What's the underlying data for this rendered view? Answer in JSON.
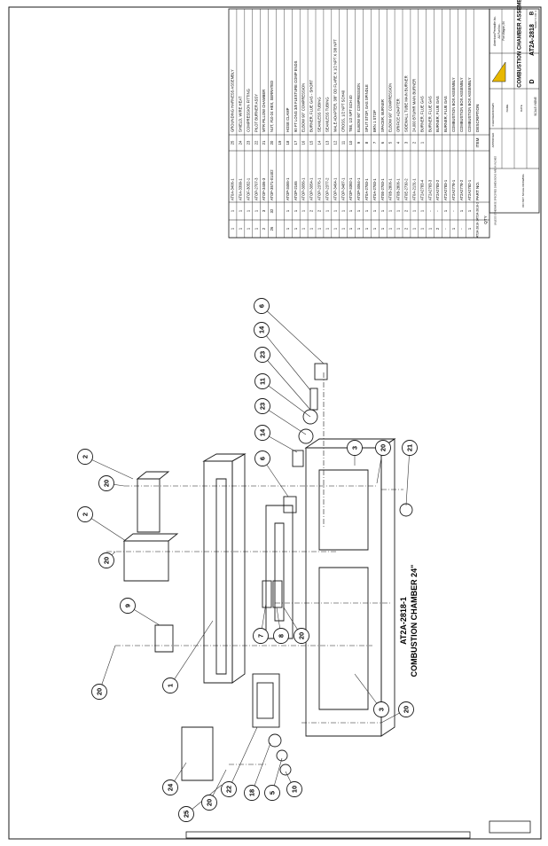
{
  "drawing": {
    "assembly_title": "AT2A-2818-1",
    "assembly_subtitle": "COMBUSTION CHAMBER 24\"",
    "callouts": [
      "6",
      "14",
      "23",
      "11",
      "23",
      "14",
      "6",
      "3",
      "20",
      "21",
      "2",
      "20",
      "2",
      "20",
      "9",
      "20",
      "1",
      "7",
      "8",
      "20",
      "3",
      "20",
      "24",
      "25",
      "20",
      "22",
      "18",
      "5",
      "10"
    ]
  },
  "bom": {
    "header_item": "ITEM",
    "header_description": "DESCRIPTION",
    "header_part_no": "PART NO.",
    "header_qty": "QTY",
    "variant_1": "AT2A-2818-1",
    "variant_2": "AT2A-2818-2",
    "rows": [
      {
        "item": "25",
        "part": "AT0A-3406-1",
        "desc": "GROUNDING HARNESS ASSEMBLY",
        "q1": "1",
        "q2": "1"
      },
      {
        "item": "24",
        "part": "AT0A-3399-1",
        "desc": "SHIELD, WIRE HEAT",
        "q1": "1",
        "q2": "1"
      },
      {
        "item": "23",
        "part": "ATOF-3052-1",
        "desc": "COMPRESSION FITTING",
        "q1": "1",
        "q2": "1"
      },
      {
        "item": "22",
        "part": "ATOP-2707-3",
        "desc": "PILOT BURNER ASSY",
        "q1": "1",
        "q2": "1"
      },
      {
        "item": "21",
        "part": "ATOF-3406-3",
        "desc": "MTR PILLOW CHAMBER",
        "q1": "2",
        "q2": "3"
      },
      {
        "item": "20",
        "part": "ATOF-3571-01402",
        "desc": "NUT, #10-24 HEX, SERRATED",
        "q1": "26",
        "q2": "32"
      },
      {
        "item": "19",
        "part": "",
        "desc": "",
        "q1": "",
        "q2": ""
      },
      {
        "item": "18",
        "part": "ATOP-3465-1",
        "desc": "HOSE CLAMP",
        "q1": "1",
        "q2": "1"
      },
      {
        "item": "17",
        "part": "ATOP-2165",
        "desc": "90 FT LONG 3/8 FLEXTURE COMP ENDS",
        "q1": "1",
        "q2": "1"
      },
      {
        "item": "16",
        "part": "ATOP-3056-1",
        "desc": "ELBOW 90° COMPRESSION",
        "q1": "1",
        "q2": "1"
      },
      {
        "item": "15",
        "part": "ATOP-3054-1",
        "desc": "BURNER, FLUE GAS - SHORT",
        "q1": "1",
        "q2": "2"
      },
      {
        "item": "14",
        "part": "ATOP-2376-1",
        "desc": "SEAMLESS TUBING",
        "q1": "1",
        "q2": "2"
      },
      {
        "item": "13",
        "part": "ATOP-2377-2",
        "desc": "SEAMLESS TUBING",
        "q1": "1",
        "q2": "1"
      },
      {
        "item": "12",
        "part": "ATOP-3464-1",
        "desc": "MALE ADAPTER, 3/8\" OD FLARE X 1/2 NPT X 3/8 NPT",
        "q1": "1",
        "q2": "1"
      },
      {
        "item": "11",
        "part": "ATOP-3487-1",
        "desc": "CROSS, 1/2 NPT SCH40",
        "q1": "1",
        "q2": "1"
      },
      {
        "item": "10",
        "part": "ATOP-3392-1",
        "desc": "TEE, 1/2 NPT SCH 40",
        "q1": "1",
        "q2": "1"
      },
      {
        "item": "9",
        "part": "ATOP-3064-1",
        "desc": "ELBOW 90° COMPRESSION",
        "q1": "1",
        "q2": "1"
      },
      {
        "item": "8",
        "part": "AT0A-2783-1",
        "desc": "SPLIT STOP, GAS SPINDLE",
        "q1": "1",
        "q2": "1"
      },
      {
        "item": "7",
        "part": "AT0A-2783-1",
        "desc": "BRN 1 STOP",
        "q1": "1",
        "q2": "1"
      },
      {
        "item": "6",
        "part": "AT0E-2783-1",
        "desc": "SPACER, BURNER",
        "q1": "1",
        "q2": "1"
      },
      {
        "item": "5",
        "part": "AT0B-2806-1",
        "desc": "ELBOW 90° COMPRESSION",
        "q1": "1",
        "q2": "1"
      },
      {
        "item": "4",
        "part": "AT0B-2806-1",
        "desc": "ORIFICE ADAPTER",
        "q1": "1",
        "q2": "1"
      },
      {
        "item": "3",
        "part": "AT0E-2730-2",
        "desc": "SIDEWALL TUBE MAIN BURNER",
        "q1": "2",
        "q2": "2"
      },
      {
        "item": "2",
        "part": "AT0A-2131-1",
        "desc": "24,000 BTU/HR MAIN BURNER",
        "q1": "1",
        "q2": "1"
      },
      {
        "item": "1",
        "part": "AT2A2783-4",
        "desc": "BURNER, FLUE GAS",
        "q1": "1",
        "q2": "1"
      },
      {
        "item": "",
        "part": "AT2A2783-3",
        "desc": "BURNER, FLUE GAS",
        "q1": "1",
        "q2": "-"
      },
      {
        "item": "",
        "part": "AT2A2783-2",
        "desc": "BURNER, FLUE GAS",
        "q1": "2",
        "q2": "-"
      },
      {
        "item": "",
        "part": "AT2A2783-1",
        "desc": "BURNER, FLUE GAS",
        "q1": "-",
        "q2": "1"
      },
      {
        "item": "",
        "part": "AT2A2778-1",
        "desc": "COMBUSTION BOX ASSEMBLY",
        "q1": "1",
        "q2": "-"
      },
      {
        "item": "",
        "part": "AT2A2778-2",
        "desc": "COMBUSTION BOX ASSEMBLY",
        "q1": "-",
        "q2": "1"
      },
      {
        "item": "",
        "part": "AT2A2782-1",
        "desc": "COMBUSTION BOX ASSEMBLY",
        "q1": "1",
        "q2": "1"
      }
    ]
  },
  "title_block": {
    "title": "COMBUSTION CHAMBER ASSEMBLY",
    "drawing_number": "AT2A-2818",
    "size": "D",
    "rev": "B",
    "scale": "SCALE: NONE",
    "sheet": "SHEET 1 OF 1",
    "company_line_1": "American Permalite Inc.",
    "company_line_2": "A1 Fuel Inc.",
    "company_line_3": "Fort Wayne, IN",
    "drawn": "DRAWN",
    "checked": "CHECKED",
    "approved": "APPROVED",
    "date": "DATE",
    "name": "NAME",
    "tolerance_note": "UNLESS OTHERWISE SPECIFIED DIMENSIONS ARE IN INCHES",
    "do_not_scale": "DO NOT SCALE DRAWING"
  },
  "colors": {
    "line": "#1a1a1a",
    "leader": "#333333",
    "logo": "#e8b800"
  }
}
